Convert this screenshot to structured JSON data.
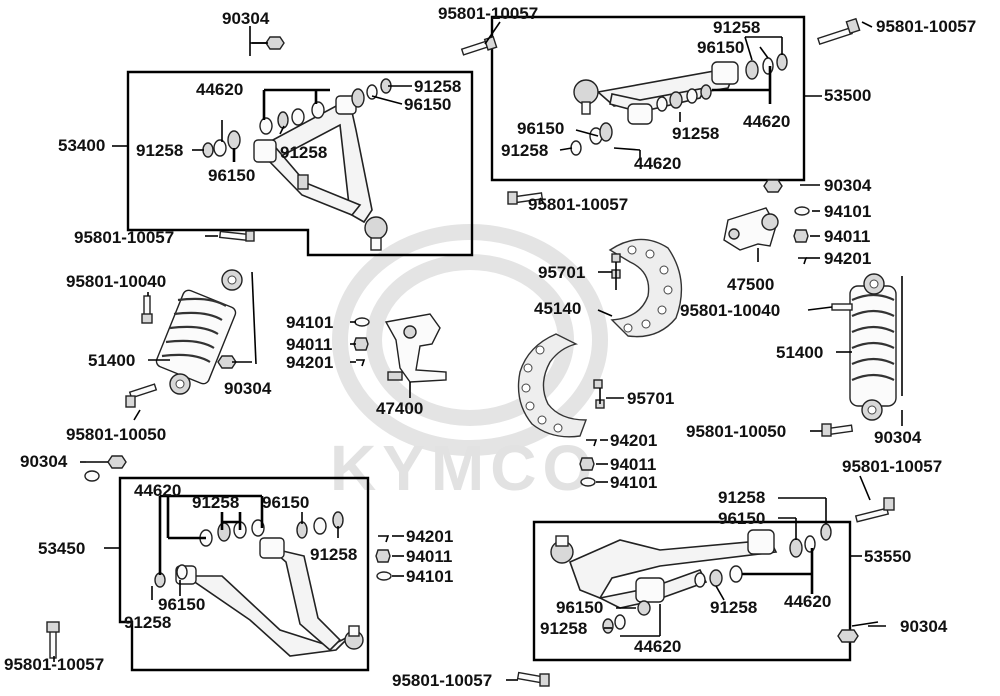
{
  "watermark": {
    "text": "KYMCO"
  },
  "labels": {
    "p90304_tl": "90304",
    "p95801_10057_top": "95801-10057",
    "p95801_10057_tr": "95801-10057",
    "p91258_ur1": "91258",
    "p96150_ur1": "96150",
    "p53500": "53500",
    "p44620_ur": "44620",
    "p91258_ur2": "91258",
    "p96150_ur2": "96150",
    "p91258_ur3": "91258",
    "p44620_ur2": "44620",
    "p44620_ul": "44620",
    "p91258_ul1": "91258",
    "p96150_ul1": "96150",
    "p53400": "53400",
    "p91258_ul2": "91258",
    "p91258_ul3": "91258",
    "p96150_ul2": "96150",
    "p95801_10057_mid": "95801-10057",
    "p95801_10057_left": "95801-10057",
    "p90304_right": "90304",
    "p94101_right": "94101",
    "p94011_right": "94011",
    "p94201_right": "94201",
    "p47500": "47500",
    "p95701_top": "95701",
    "p45140": "45140",
    "p95801_10040_right": "95801-10040",
    "p95801_10040_left": "95801-10040",
    "p94101_mid": "94101",
    "p94011_mid": "94011",
    "p94201_mid": "94201",
    "p47400": "47400",
    "p51400_left": "51400",
    "p90304_left": "90304",
    "p51400_right": "51400",
    "p95701_bot": "95701",
    "p95801_10050_left": "95801-10050",
    "p95801_10050_right": "95801-10050",
    "p90304_right2": "90304",
    "p94201_c": "94201",
    "p94011_c": "94011",
    "p94101_c": "94101",
    "p90304_bl": "90304",
    "p44620_ll": "44620",
    "p91258_ll1": "91258",
    "p96150_ll1": "96150",
    "p53450": "53450",
    "p91258_ll2": "91258",
    "p96150_ll2": "96150",
    "p91258_ll3": "91258",
    "p95801_10057_bl": "95801-10057",
    "p94201_ll": "94201",
    "p94011_ll": "94011",
    "p94101_ll": "94101",
    "p95801_10057_br": "95801-10057",
    "p91258_lr1": "91258",
    "p96150_lr1": "96150",
    "p53550": "53550",
    "p44620_lr": "44620",
    "p96150_lr2": "96150",
    "p91258_lr2": "91258",
    "p91258_lr3": "91258",
    "p44620_lr2": "44620",
    "p90304_br": "90304",
    "p95801_10057_bot": "95801-10057"
  }
}
